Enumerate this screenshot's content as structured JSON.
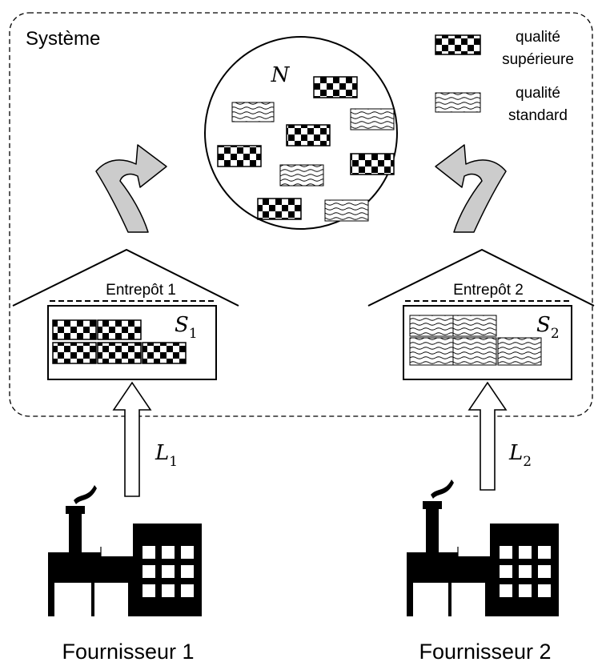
{
  "system": {
    "label": "Système"
  },
  "legend": {
    "premium": {
      "line1": "qualité",
      "line2": "supérieure"
    },
    "standard": {
      "line1": "qualité",
      "line2": "standard"
    }
  },
  "pool": {
    "label": "N"
  },
  "warehouses": [
    {
      "label": "Entrepôt 1",
      "stock_symbol": "S",
      "stock_sub": "1",
      "product_quality": "premium"
    },
    {
      "label": "Entrepôt 2",
      "stock_symbol": "S",
      "stock_sub": "2",
      "product_quality": "standard"
    }
  ],
  "flows": [
    {
      "symbol": "L",
      "sub": "1"
    },
    {
      "symbol": "L",
      "sub": "2"
    }
  ],
  "suppliers": [
    {
      "label": "Fournisseur 1"
    },
    {
      "label": "Fournisseur 2"
    }
  ],
  "colors": {
    "ink": "#000000",
    "arrow_fill": "#cccccc",
    "background": "#ffffff"
  }
}
